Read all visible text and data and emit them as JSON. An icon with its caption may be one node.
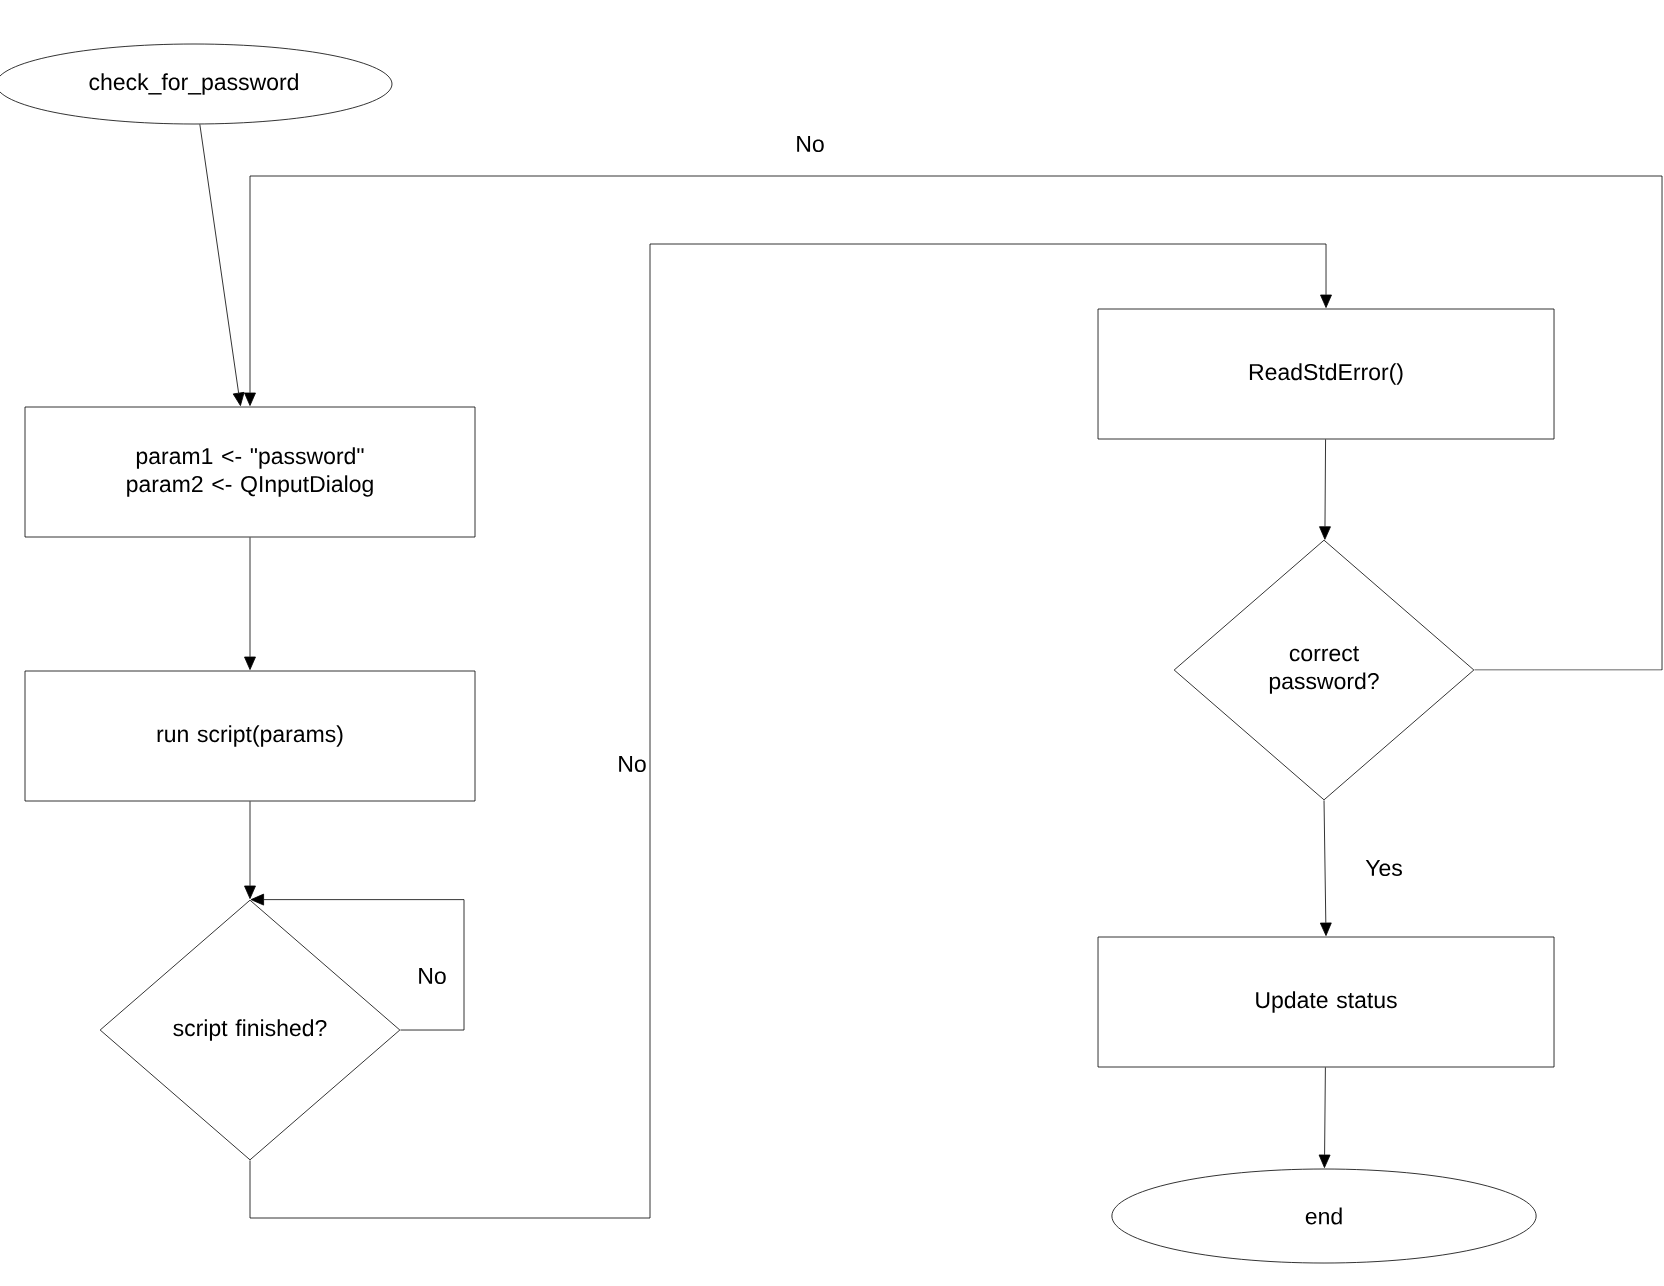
{
  "diagram": {
    "nodes": [
      {
        "text": [
          "check_for_password"
        ]
      },
      {
        "text": [
          "param1 <- \"password\" param2 <- QInputDialog"
        ]
      },
      {
        "text": [
          "run script(params)"
        ]
      },
      {
        "text": [
          "script finished?"
        ]
      },
      {
        "text": [
          "ReadStdError()"
        ]
      },
      {
        "text": [
          "correct password?"
        ]
      },
      {
        "text": [
          "Update status"
        ]
      },
      {
        "text": [
          "end"
        ]
      }
    ],
    "edges": [
      {
        "from": 0,
        "to": 1,
        "arrow": "to"
      },
      {
        "from": 1,
        "to": 2,
        "arrow": "to"
      },
      {
        "from": 2,
        "to": 3,
        "arrow": "to"
      },
      {
        "from": 3,
        "to": 3,
        "arrow": "to",
        "label": "No"
      },
      {
        "from": 3,
        "to": 4,
        "arrow": "to",
        "label": "No"
      },
      {
        "from": 4,
        "to": 5,
        "arrow": "to"
      },
      {
        "from": 5,
        "to": 6,
        "arrow": "to",
        "label": "Yes"
      },
      {
        "from": 5,
        "to": 1,
        "arrow": "to",
        "label": "No"
      },
      {
        "from": 6,
        "to": 7,
        "arrow": "to"
      }
    ]
  }
}
